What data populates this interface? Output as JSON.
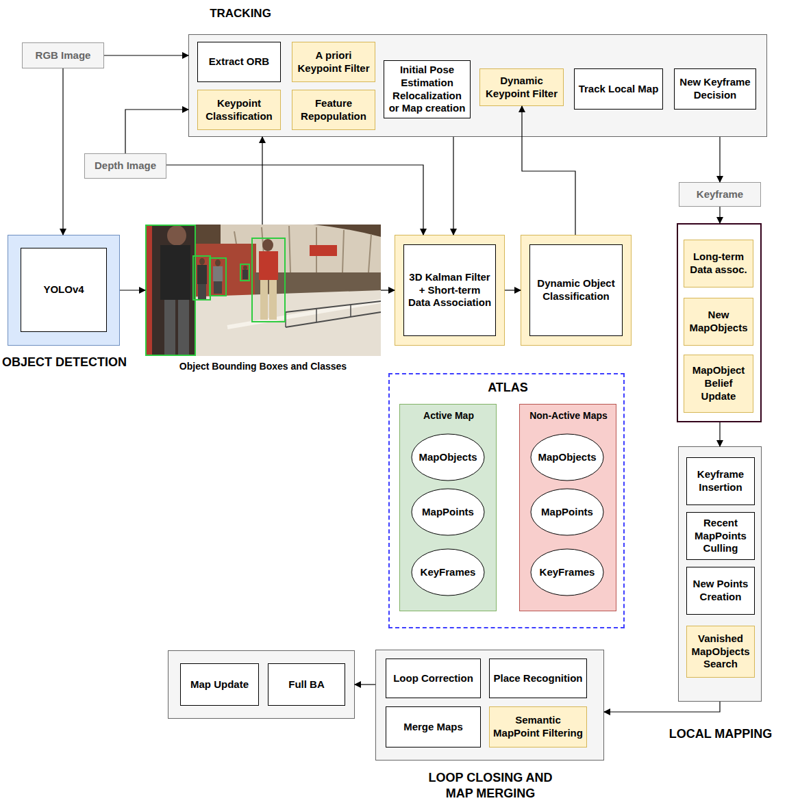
{
  "diagram": {
    "nodes": [
      {
        "text": [
          "TRACKING"
        ]
      },
      {
        "text": [
          "Extract ORB"
        ],
        "in": 0
      },
      {
        "text": [
          "A priori Keypoint Filter"
        ],
        "in": 0
      },
      {
        "text": [
          "Initial Pose Estimation Relocalization or Map creation"
        ],
        "in": 0
      },
      {
        "text": [
          "Dynamic Keypoint Filter"
        ],
        "in": 0
      },
      {
        "text": [
          "Track Local Map"
        ],
        "in": 0
      },
      {
        "text": [
          "New Keyframe Decision"
        ],
        "in": 0
      },
      {
        "text": [
          "Keypoint Classification"
        ],
        "in": 0
      },
      {
        "text": [
          "Feature Repopulation"
        ],
        "in": 0
      },
      {
        "text": [
          "RGB Image"
        ]
      },
      {
        "text": [
          "Depth Image"
        ]
      },
      {
        "text": [
          "Keyframe"
        ]
      },
      {
        "text": [
          "OBJECT DETECTION"
        ]
      },
      {
        "text": [
          "YOLOv4"
        ],
        "in": 12
      },
      {
        "text": [
          "Object Bounding Boxes and Classes"
        ]
      },
      {
        "text": [
          "3D Kalman Filter + Short-term Data Association"
        ]
      },
      {
        "text": [
          "Dynamic Object Classification"
        ]
      },
      {
        "text": []
      },
      {
        "text": [
          "Long-term Data assoc."
        ],
        "in": 17
      },
      {
        "text": [
          "New MapObjects"
        ],
        "in": 17
      },
      {
        "text": [
          "MapObject Belief Update"
        ],
        "in": 17
      },
      {
        "text": [
          "ATLAS"
        ]
      },
      {
        "text": [
          "Active Map"
        ],
        "in": 21
      },
      {
        "text": [
          "MapObjects"
        ],
        "in": 22
      },
      {
        "text": [
          "MapPoints"
        ],
        "in": 22
      },
      {
        "text": [
          "KeyFrames"
        ],
        "in": 22
      },
      {
        "text": [
          "Non-Active Maps"
        ],
        "in": 21
      },
      {
        "text": [
          "MapObjects"
        ],
        "in": 26
      },
      {
        "text": [
          "MapPoints"
        ],
        "in": 26
      },
      {
        "text": [
          "KeyFrames"
        ],
        "in": 26
      },
      {
        "text": [
          "LOCAL MAPPING"
        ]
      },
      {
        "text": [
          "Keyframe Insertion"
        ],
        "in": 30
      },
      {
        "text": [
          "Recent MapPoints Culling"
        ],
        "in": 30
      },
      {
        "text": [
          "New Points Creation"
        ],
        "in": 30
      },
      {
        "text": [
          "Vanished MapObjects Search"
        ],
        "in": 30
      },
      {
        "text": []
      },
      {
        "text": [
          "Map Update"
        ],
        "in": 35
      },
      {
        "text": [
          "Full BA"
        ],
        "in": 35
      },
      {
        "text": [
          "LOOP CLOSING AND MAP MERGING"
        ]
      },
      {
        "text": [
          "Loop Correction"
        ],
        "in": 38
      },
      {
        "text": [
          "Place Recognition"
        ],
        "in": 38
      },
      {
        "text": [
          "Merge Maps"
        ],
        "in": 38
      },
      {
        "text": [
          "Semantic MapPoint Filtering"
        ],
        "in": 38
      }
    ],
    "edges": [
      {
        "from": 9,
        "to": 0,
        "arrow": "to"
      },
      {
        "from": 9,
        "to": 12,
        "arrow": "to"
      },
      {
        "from": 10,
        "to": 0,
        "arrow": "to"
      },
      {
        "from": 10,
        "to": 15,
        "arrow": "to"
      },
      {
        "from": 12,
        "to": 14,
        "arrow": "to"
      },
      {
        "from": 14,
        "to": 0,
        "arrow": "to"
      },
      {
        "from": 14,
        "to": 15,
        "arrow": "to"
      },
      {
        "from": 0,
        "to": 15,
        "arrow": "to"
      },
      {
        "from": 15,
        "to": 16,
        "arrow": "to"
      },
      {
        "from": 16,
        "to": 4,
        "arrow": "to"
      },
      {
        "from": 0,
        "to": 11,
        "arrow": "to"
      },
      {
        "from": 11,
        "to": 17,
        "arrow": "to"
      },
      {
        "from": 17,
        "to": 30,
        "arrow": "to"
      },
      {
        "from": 30,
        "to": 38,
        "arrow": "to"
      },
      {
        "from": 38,
        "to": 35,
        "arrow": "to"
      }
    ]
  }
}
